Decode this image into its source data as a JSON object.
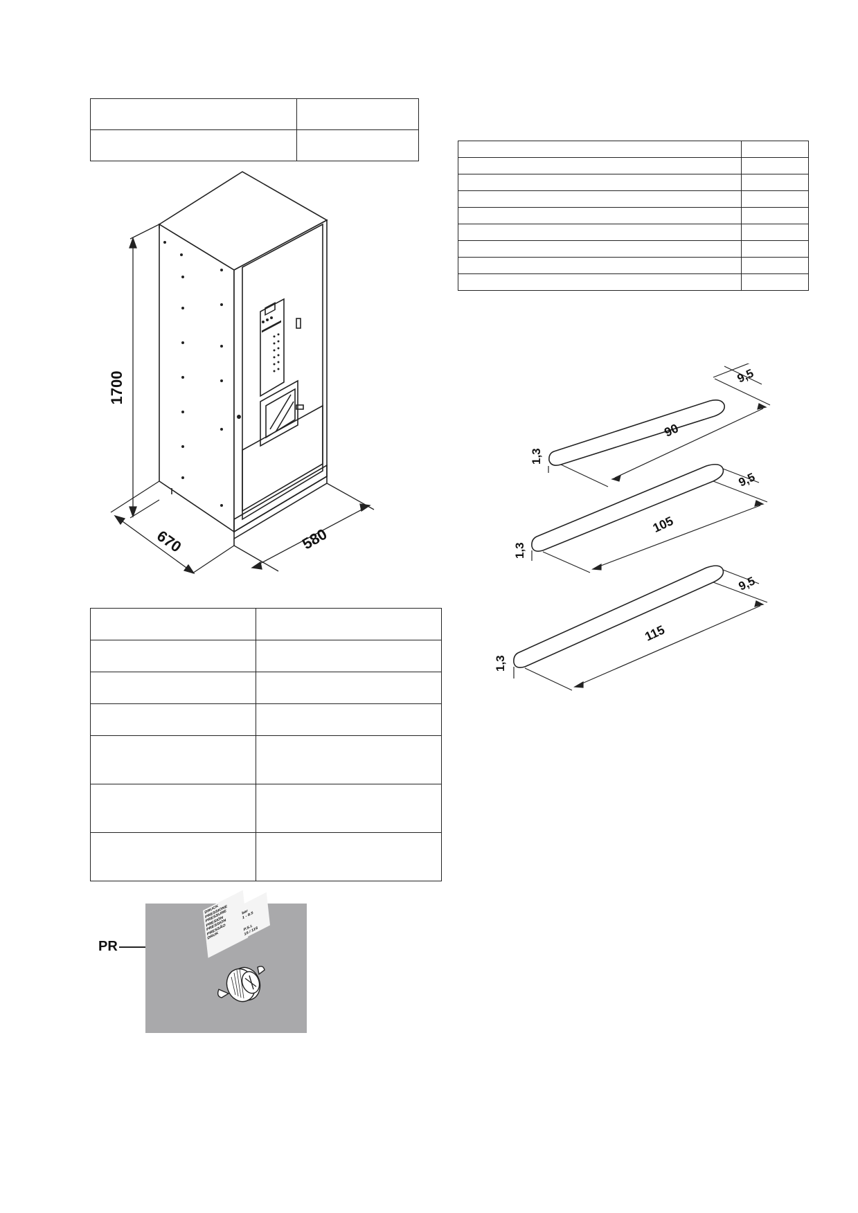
{
  "dimension_figure": {
    "height": "1700",
    "depth": "670",
    "width": "580"
  },
  "stirrer_figures": [
    {
      "width": "9,5",
      "length": "90",
      "thickness": "1,3"
    },
    {
      "width": "9,5",
      "length": "105",
      "thickness": "1,3"
    },
    {
      "width": "9,5",
      "length": "115",
      "thickness": "1,3"
    }
  ],
  "valve_figure": {
    "callout": "PR",
    "label_lines": [
      "DRUCK",
      "PRESSIONE",
      "PRESSURE",
      "PRESIÓN",
      "PRESSION",
      "PRESSÃO",
      "DRUK"
    ],
    "pressure_value": "bar\n1 - 8.5",
    "psi_value": "P.S.I.\n15 / 116"
  }
}
